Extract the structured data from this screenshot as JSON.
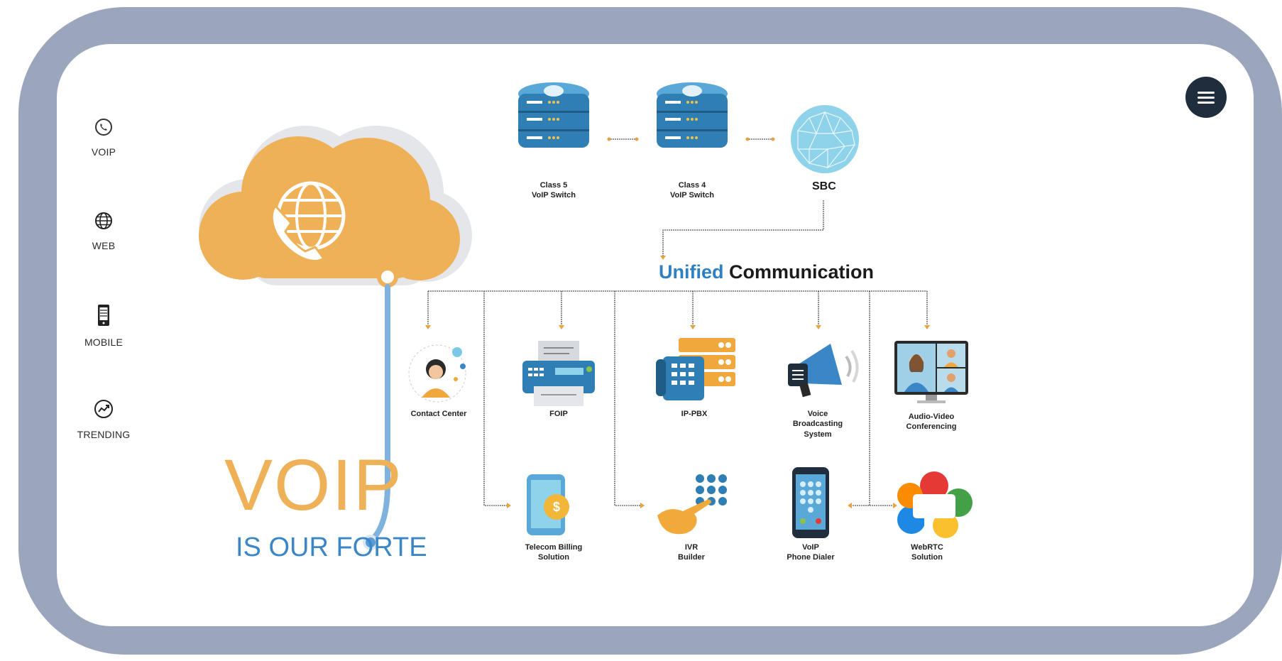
{
  "nav": {
    "items": [
      {
        "label": "VOIP",
        "icon": "phone-icon"
      },
      {
        "label": "WEB",
        "icon": "globe-icon"
      },
      {
        "label": "MOBILE",
        "icon": "mobile-icon"
      },
      {
        "label": "TRENDING",
        "icon": "trending-icon"
      }
    ]
  },
  "hero": {
    "title": "VOIP",
    "subtitle": "IS OUR FORTE"
  },
  "diagram": {
    "title_highlight": "Unified",
    "title_rest": "Communication",
    "switches": [
      {
        "line1": "Class 5",
        "line2": "VoIP Switch"
      },
      {
        "line1": "Class 4",
        "line2": "VoIP Switch"
      }
    ],
    "sbc": "SBC",
    "services": [
      {
        "line1": "Contact Center",
        "line2": ""
      },
      {
        "line1": "FOIP",
        "line2": ""
      },
      {
        "line1": "IP-PBX",
        "line2": ""
      },
      {
        "line1": "Voice",
        "line2": "Broadcasting",
        "line3": "System"
      },
      {
        "line1": "Audio-Video",
        "line2": "Conferencing"
      },
      {
        "line1": "Telecom Billing",
        "line2": "Solution"
      },
      {
        "line1": "IVR",
        "line2": "Builder"
      },
      {
        "line1": "VoIP",
        "line2": "Phone Dialer"
      },
      {
        "line1": "WebRTC",
        "line2": "Solution"
      }
    ]
  },
  "colors": {
    "frame": "#9ba6bd",
    "orange": "#eeb158",
    "blue": "#3a86c6",
    "dark": "#1f2d3d"
  }
}
